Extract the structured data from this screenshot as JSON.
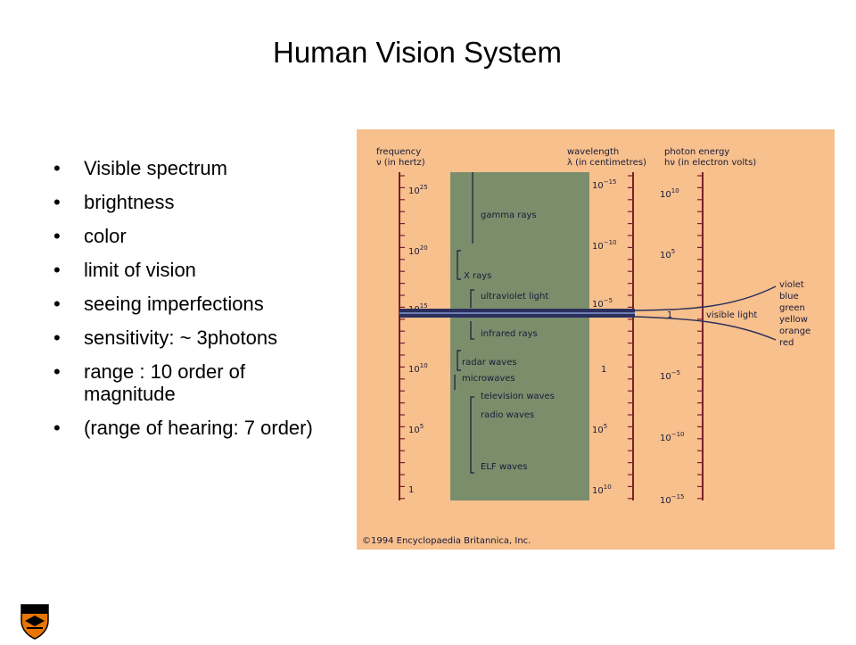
{
  "slide": {
    "title": "Human Vision System",
    "bullets": [
      "Visible spectrum",
      "brightness",
      "color",
      "limit of vision",
      "seeing imperfections",
      "sensitivity: ~ 3photons",
      "range : 10 order of magnitude",
      "(range of hearing: 7 order)"
    ]
  },
  "figure": {
    "colors": {
      "background": "#f7c08c",
      "band": "#7b8e6b",
      "scale": "#7a1f2b",
      "ink": "#1a1a3a"
    },
    "frequency_header": [
      "frequency",
      "ν (in hertz)"
    ],
    "wavelength_header": [
      "wavelength",
      "λ (in centimetres)"
    ],
    "energy_header": [
      "photon energy",
      "hν (in electron volts)"
    ],
    "frequency_ticks": [
      {
        "base": "10",
        "exp": "25"
      },
      {
        "base": "10",
        "exp": "20"
      },
      {
        "base": "10",
        "exp": "15"
      },
      {
        "base": "10",
        "exp": "10"
      },
      {
        "base": "10",
        "exp": "5"
      },
      {
        "base": "1",
        "exp": ""
      }
    ],
    "wavelength_ticks": [
      {
        "base": "10",
        "exp": "−15"
      },
      {
        "base": "10",
        "exp": "−10"
      },
      {
        "base": "10",
        "exp": "−5"
      },
      {
        "base": "1",
        "exp": ""
      },
      {
        "base": "10",
        "exp": "5"
      },
      {
        "base": "10",
        "exp": "10"
      }
    ],
    "energy_ticks": [
      {
        "base": "10",
        "exp": "10"
      },
      {
        "base": "10",
        "exp": "5"
      },
      {
        "base": "1",
        "exp": ""
      },
      {
        "base": "10",
        "exp": "−5"
      },
      {
        "base": "10",
        "exp": "−10"
      },
      {
        "base": "10",
        "exp": "−15"
      }
    ],
    "regions": [
      "gamma rays",
      "X rays",
      "ultraviolet light",
      "infrared rays",
      "radar waves",
      "microwaves",
      "television waves",
      "radio waves",
      "ELF waves"
    ],
    "visible_label": "visible light",
    "visible_colors": [
      "violet",
      "blue",
      "green",
      "yellow",
      "orange",
      "red"
    ],
    "copyright": "©1994 Encyclopaedia Britannica, Inc."
  }
}
